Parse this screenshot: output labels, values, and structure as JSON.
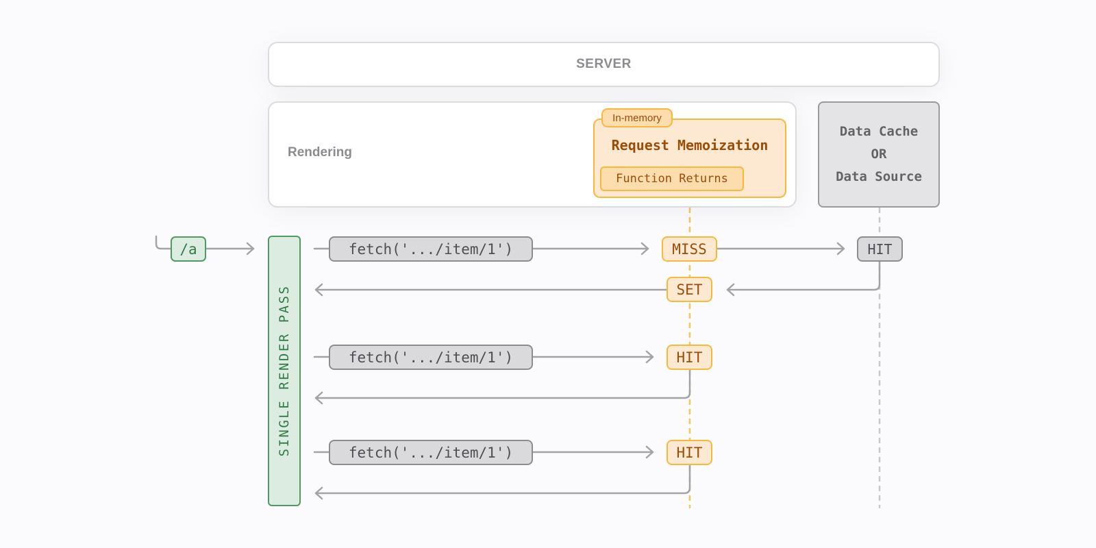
{
  "server": {
    "label": "SERVER"
  },
  "rendering": {
    "label": "Rendering"
  },
  "memoization": {
    "tag": "In-memory",
    "title": "Request Memoization",
    "contents": "Function Returns"
  },
  "data_source": {
    "lines": [
      "Data Cache",
      "OR",
      "Data Source"
    ]
  },
  "render_pass": {
    "label": "SINGLE RENDER PASS"
  },
  "route": {
    "label": "/a"
  },
  "requests": [
    {
      "call": "fetch('.../item/1')",
      "memo_result": "MISS",
      "set_label": "SET",
      "source_result": "HIT"
    },
    {
      "call": "fetch('.../item/1')",
      "memo_result": "HIT"
    },
    {
      "call": "fetch('.../item/1')",
      "memo_result": "HIT"
    }
  ],
  "colors": {
    "memo_border": "#f8b93b",
    "memo_fill": "#fde9d2",
    "memo_text": "#9a4d07",
    "pass_border": "#4f9a63",
    "pass_fill": "#dcece1",
    "neutral_border": "#8c8c90",
    "arrow": "#a3a3a7"
  }
}
